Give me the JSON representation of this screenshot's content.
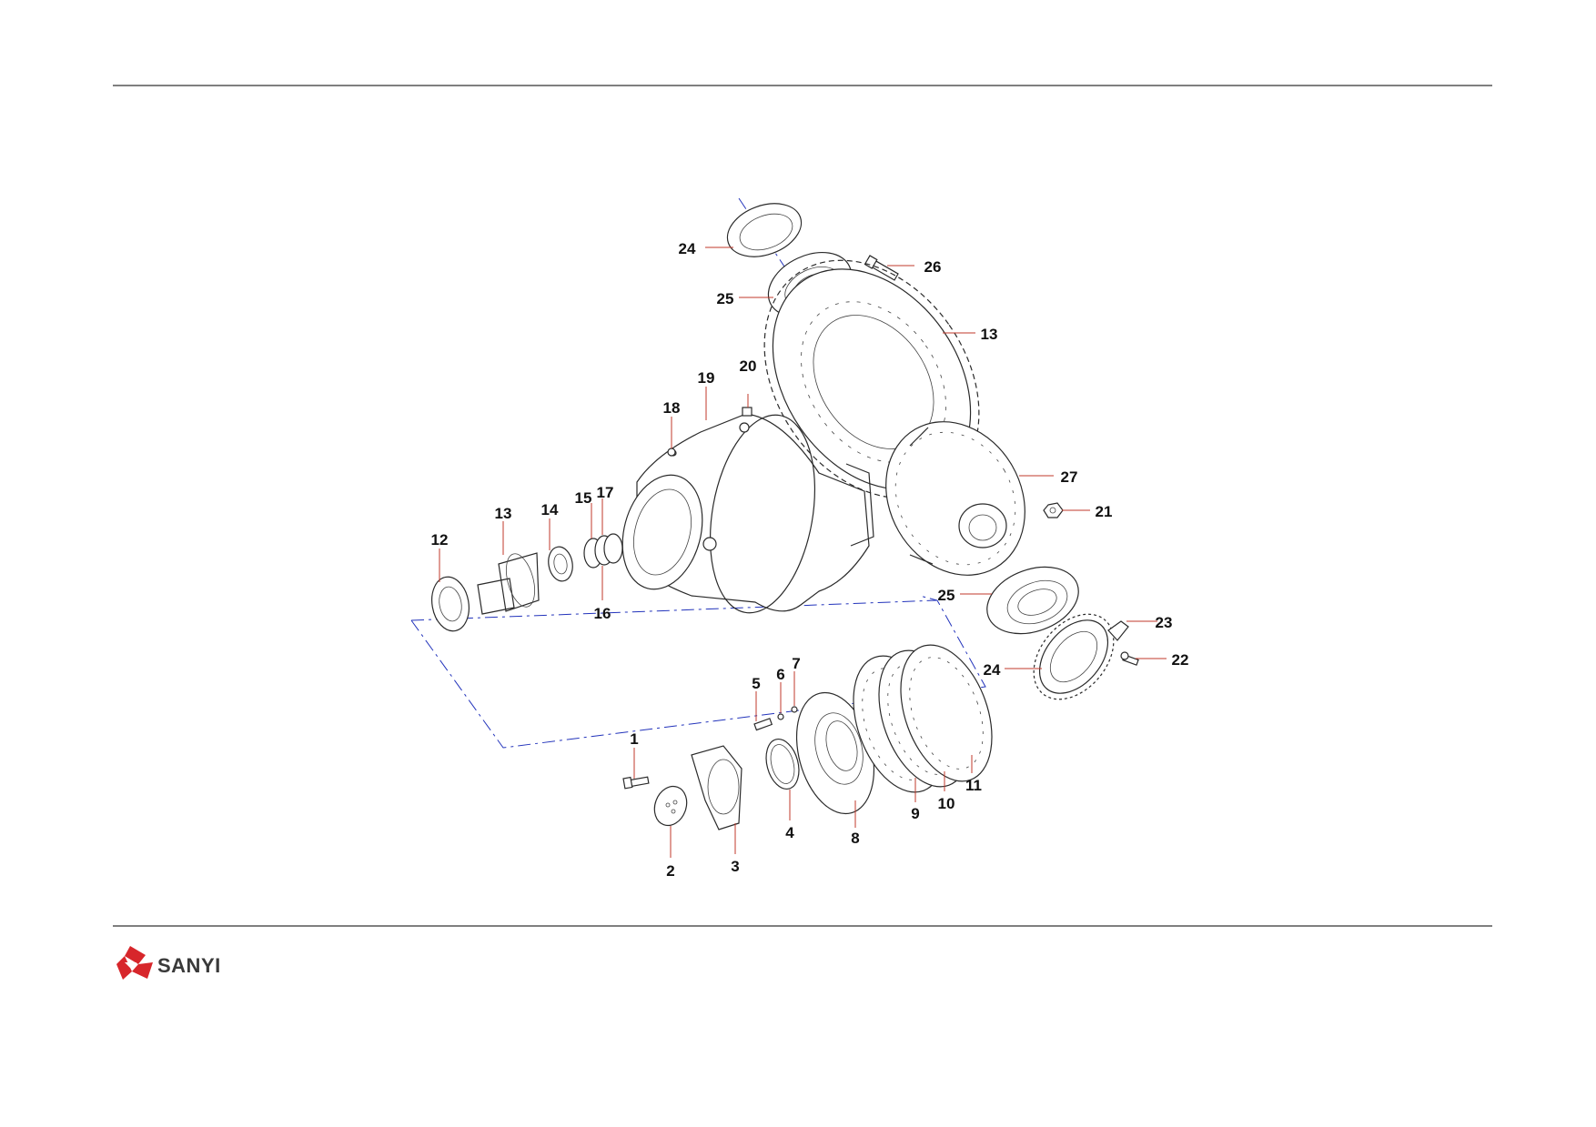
{
  "brand": {
    "name": "SANYI",
    "logo_color": "#d7262b"
  },
  "colors": {
    "leader_line": "#c0392b",
    "axis_line": "#2233bb",
    "label_text": "#111111"
  },
  "callouts": [
    {
      "id": "c1",
      "text": "1"
    },
    {
      "id": "c2",
      "text": "2"
    },
    {
      "id": "c3",
      "text": "3"
    },
    {
      "id": "c4",
      "text": "4"
    },
    {
      "id": "c5",
      "text": "5"
    },
    {
      "id": "c6",
      "text": "6"
    },
    {
      "id": "c7",
      "text": "7"
    },
    {
      "id": "c8",
      "text": "8"
    },
    {
      "id": "c9",
      "text": "9"
    },
    {
      "id": "c10",
      "text": "10"
    },
    {
      "id": "c11",
      "text": "11"
    },
    {
      "id": "c12",
      "text": "12"
    },
    {
      "id": "c13a",
      "text": "13"
    },
    {
      "id": "c13b",
      "text": "13"
    },
    {
      "id": "c14",
      "text": "14"
    },
    {
      "id": "c15",
      "text": "15"
    },
    {
      "id": "c16",
      "text": "16"
    },
    {
      "id": "c17",
      "text": "17"
    },
    {
      "id": "c18",
      "text": "18"
    },
    {
      "id": "c19",
      "text": "19"
    },
    {
      "id": "c20",
      "text": "20"
    },
    {
      "id": "c21",
      "text": "21"
    },
    {
      "id": "c22",
      "text": "22"
    },
    {
      "id": "c23",
      "text": "23"
    },
    {
      "id": "c24a",
      "text": "24"
    },
    {
      "id": "c24b",
      "text": "24"
    },
    {
      "id": "c25a",
      "text": "25"
    },
    {
      "id": "c25b",
      "text": "25"
    },
    {
      "id": "c26",
      "text": "26"
    },
    {
      "id": "c27",
      "text": "27"
    }
  ]
}
